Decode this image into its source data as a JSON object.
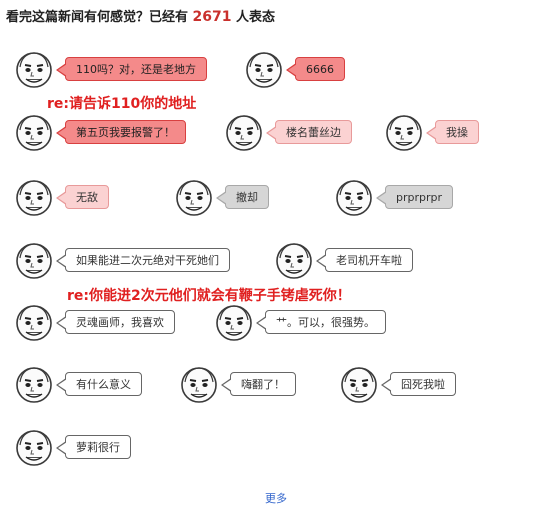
{
  "header": {
    "prefix": "看完这篇新闻有何感觉？已经有",
    "count": "2671",
    "suffix": "人表态"
  },
  "colors": {
    "red_bg": "#f48a8a",
    "red_border": "#d84040",
    "pink_bg": "#fbd2d2",
    "pink_border": "#e89a9a",
    "gray_bg": "#d6d6d6",
    "gray_border": "#a8a8a8",
    "white_bg": "#ffffff",
    "white_border": "#666666",
    "reply": "#e02020",
    "count": "#c9302c"
  },
  "reactions": [
    {
      "label": "110吗？对，还是老地方",
      "style": "red",
      "face": "meme-face-icon"
    },
    {
      "label": "6666",
      "style": "red",
      "face": "meme-face-icon"
    },
    {
      "label": "第五页我要报警了！",
      "style": "red",
      "face": "meme-face-icon"
    },
    {
      "label": "楼名蕾丝边",
      "style": "pink",
      "face": "meme-face-icon"
    },
    {
      "label": "我操",
      "style": "pink",
      "face": "meme-face-icon"
    },
    {
      "label": "无敌",
      "style": "pink",
      "face": "meme-face-icon"
    },
    {
      "label": "撤却",
      "style": "gray",
      "face": "meme-face-icon"
    },
    {
      "label": "prprprpr",
      "style": "gray",
      "face": "meme-face-icon"
    },
    {
      "label": "如果能进二次元绝对干死她们",
      "style": "white",
      "face": "meme-face-icon"
    },
    {
      "label": "老司机开车啦",
      "style": "white",
      "face": "meme-face-icon"
    },
    {
      "label": "灵魂画师，我喜欢",
      "style": "white",
      "face": "meme-face-icon"
    },
    {
      "label": "艹。可以，很强势。",
      "style": "white",
      "face": "meme-face-icon"
    },
    {
      "label": "有什么意义",
      "style": "white",
      "face": "meme-face-icon"
    },
    {
      "label": "嗨翻了！",
      "style": "white",
      "face": "meme-face-icon"
    },
    {
      "label": "囧死我啦",
      "style": "white",
      "face": "meme-face-icon"
    },
    {
      "label": "萝莉很行",
      "style": "white",
      "face": "meme-face-icon"
    }
  ],
  "replies": [
    {
      "text": "re:请告诉110你的地址"
    },
    {
      "text": "re:你能进2次元他们就会有鞭子手铐虐死你！"
    }
  ],
  "footer": {
    "more_label": "更多"
  }
}
